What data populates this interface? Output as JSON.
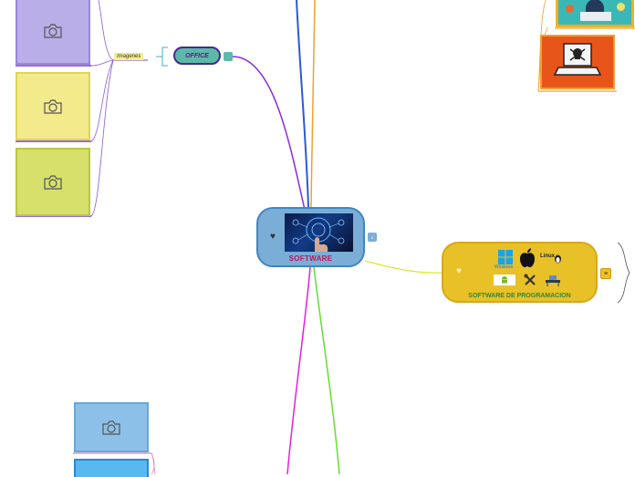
{
  "central": {
    "label": "SOFTWARE",
    "image_icon": "technology-hand-touch-image"
  },
  "branch_office": {
    "label": "OFFICE",
    "tag": "Imagenes"
  },
  "branch_programming": {
    "label": "SOFTWARE DE PROGRAMACION",
    "logos": [
      {
        "icon": "windows-logo-icon",
        "caption": "Windows"
      },
      {
        "icon": "apple-logo-icon",
        "caption": ""
      },
      {
        "icon": "linux-logo-icon",
        "caption": "Linux"
      },
      {
        "icon": "android-logo-icon",
        "caption": ""
      },
      {
        "icon": "tools-logo-icon",
        "caption": ""
      },
      {
        "icon": "ubuntu-logo-icon",
        "caption": ""
      }
    ]
  },
  "photo_placeholders": [
    {
      "color": "#b9aee8",
      "border": "#7c5ccf"
    },
    {
      "color": "#f3ea8c",
      "border": "#d4c232"
    },
    {
      "color": "#d6e06a",
      "border": "#9ab82a"
    },
    {
      "color": "#8cc0e8",
      "border": "#3f86c4"
    },
    {
      "color": "#5ab8f0",
      "border": "#2a86d6"
    }
  ],
  "colors": {
    "branch_purple": "#8a2be2",
    "branch_blue": "#2a5ad6",
    "branch_orange": "#f0a030",
    "branch_magenta": "#e020e0",
    "branch_green": "#66dd33",
    "branch_yellow": "#d8e830"
  }
}
